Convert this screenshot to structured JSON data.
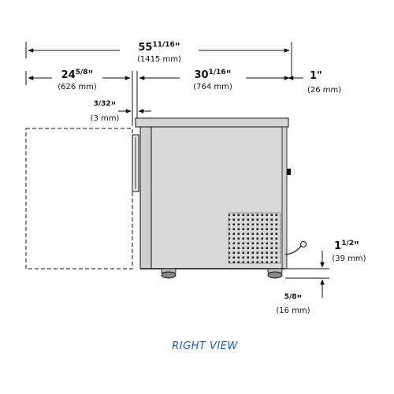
{
  "dimensions": {
    "overall_width": {
      "whole": "55",
      "frac": "11/16",
      "mm": "(1415 mm)"
    },
    "door_swing": {
      "whole": "24",
      "frac": "5/8",
      "mm": "(626 mm)"
    },
    "cabinet_depth": {
      "whole": "30",
      "frac": "1/16",
      "mm": "(764 mm)"
    },
    "rear_clearance": {
      "label": "1\"",
      "mm": "(26 mm)"
    },
    "door_gap": {
      "frac": "3/32",
      "mm": "(3 mm)"
    },
    "caster_height": {
      "whole": "1",
      "frac": "1/2",
      "mm": "(39 mm)"
    },
    "caster_offset": {
      "frac": "5/8",
      "mm": "(16 mm)"
    }
  },
  "caption": "RIGHT VIEW"
}
